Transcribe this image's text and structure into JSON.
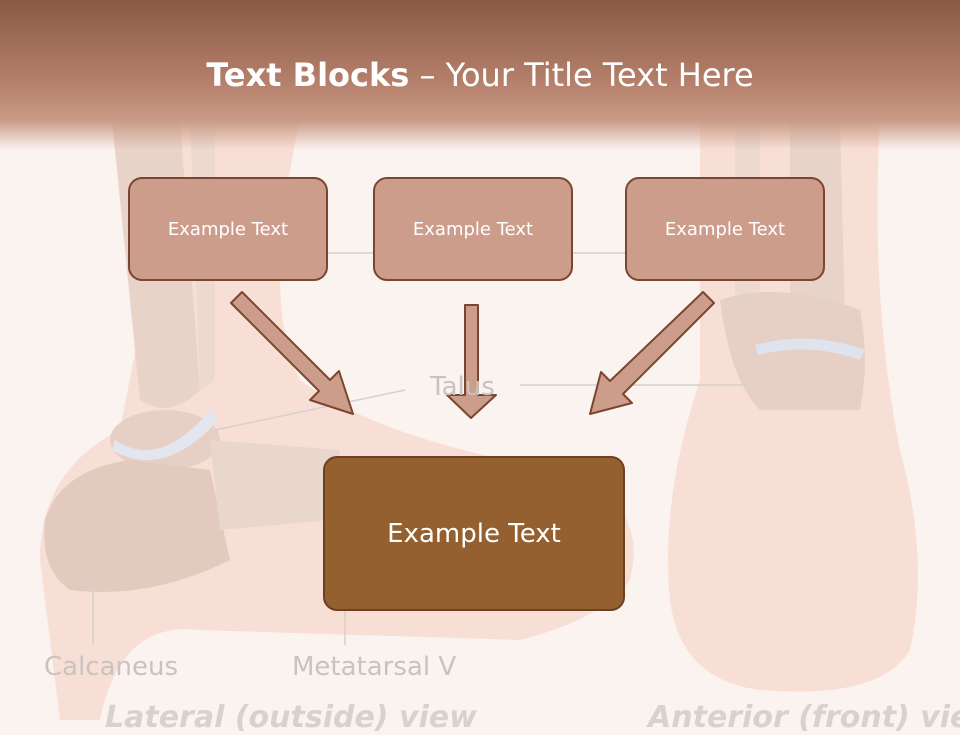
{
  "title": {
    "bold": "Text Blocks",
    "separator": " – ",
    "rest": "Your Title Text Here"
  },
  "boxes": [
    "Example Text",
    "Example Text",
    "Example Text"
  ],
  "center_box": "Example Text",
  "background_labels": {
    "talus": "Talus",
    "calcaneus": "Calcaneus",
    "metatarsal": "Metatarsal V",
    "lateral_view": "Lateral (outside) view",
    "anterior_view": "Anterior (front) view"
  },
  "colors": {
    "header": "#b5806b",
    "box": "#cc9d8a",
    "center": "#95602f",
    "arrow": "#cc9d8a",
    "border": "#7a4630"
  }
}
